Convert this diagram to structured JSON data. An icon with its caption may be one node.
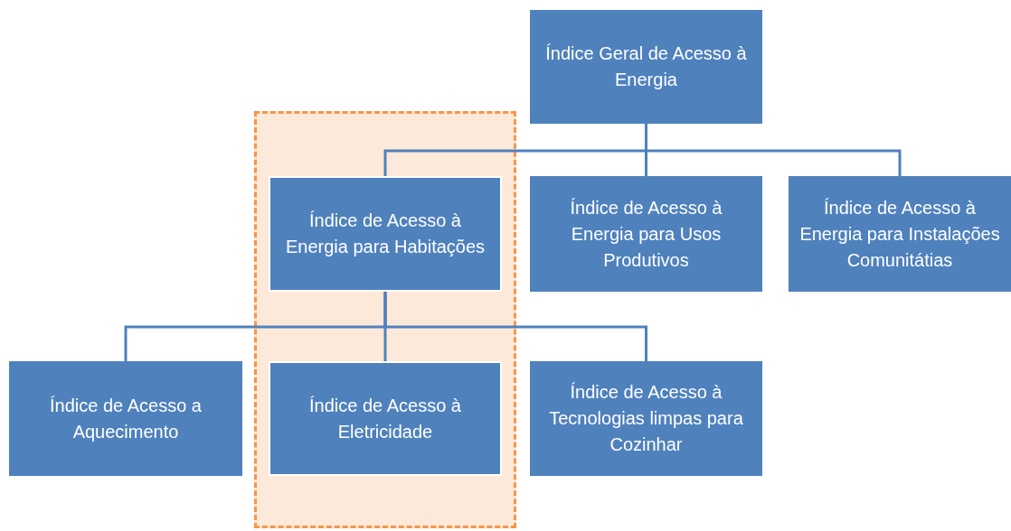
{
  "diagram": {
    "nodes": [
      {
        "text": [
          "Índice Geral de Acesso à Energia"
        ]
      },
      {
        "text": [],
        "shape": "box"
      },
      {
        "text": [
          "Índice de Acesso à Energia para Habitações"
        ],
        "in": 1
      },
      {
        "text": [
          "Índice de Acesso à Energia para Usos Produtivos"
        ]
      },
      {
        "text": [
          "Índice de Acesso à Energia para Instalações Comunitátias"
        ]
      },
      {
        "text": [
          "Índice de Acesso a Aquecimento"
        ]
      },
      {
        "text": [
          "Índice de Acesso à Eletricidade"
        ],
        "in": 1
      },
      {
        "text": [
          "Índice de Acesso à Tecnologias limpas para Cozinhar"
        ]
      }
    ],
    "edges": [
      {
        "from": 0,
        "to": 2,
        "arrow": "none"
      },
      {
        "from": 0,
        "to": 3,
        "arrow": "none"
      },
      {
        "from": 0,
        "to": 4,
        "arrow": "none"
      },
      {
        "from": 2,
        "to": 5,
        "arrow": "none"
      },
      {
        "from": 2,
        "to": 6,
        "arrow": "none"
      },
      {
        "from": 2,
        "to": 7,
        "arrow": "none"
      }
    ]
  }
}
